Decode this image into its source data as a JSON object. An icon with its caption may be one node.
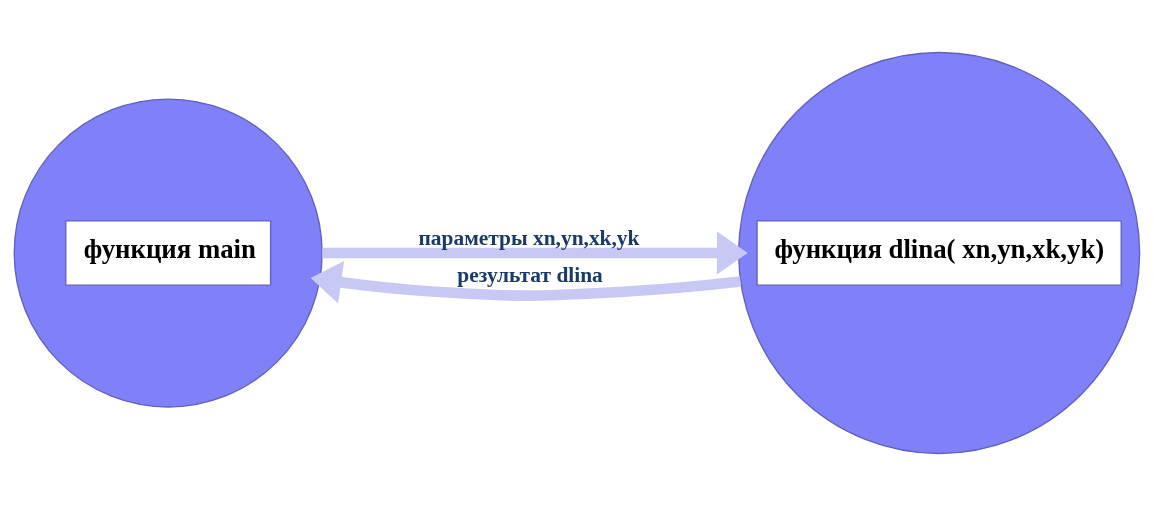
{
  "diagram": {
    "nodes": [
      {
        "text": [
          "функция main"
        ]
      },
      {
        "text": [
          "функция dlina( xn,yn,xk,yk)"
        ]
      }
    ],
    "edges": [
      {
        "from": 0,
        "to": 1,
        "arrow": "to",
        "label": "параметры xn,yn,xk,yk"
      },
      {
        "from": 1,
        "to": 0,
        "arrow": "to",
        "label": "результат dlina"
      }
    ]
  }
}
